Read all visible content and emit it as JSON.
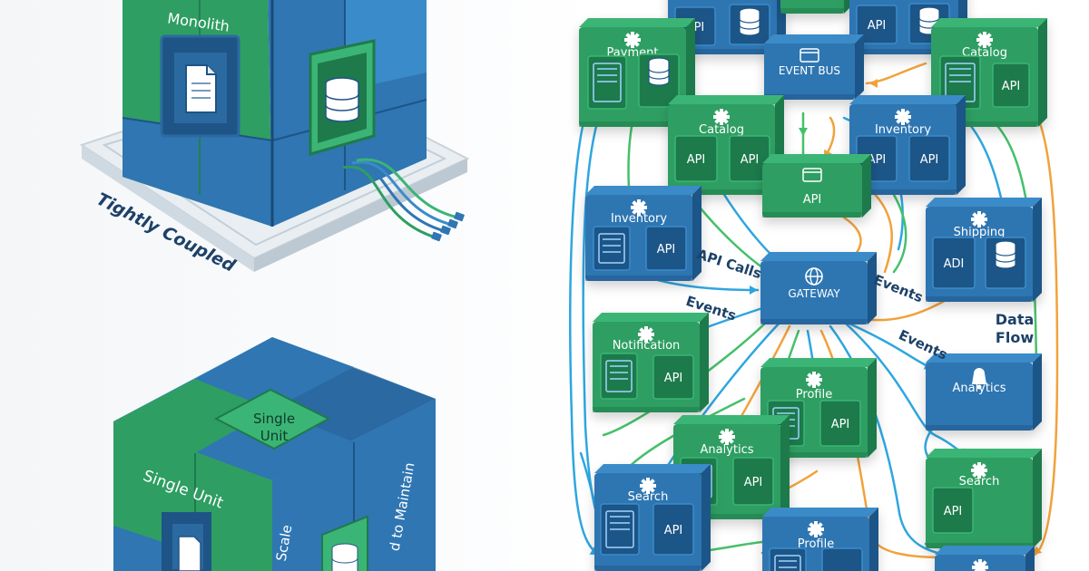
{
  "colors": {
    "green": "#2e9e62",
    "green_light": "#3bb575",
    "green_dark": "#1f7a4b",
    "blue": "#2f76b2",
    "blue_light": "#3a8bc9",
    "blue_dark": "#1f5487",
    "ink": "#1d4168",
    "flow_blue": "#2ea6e0",
    "flow_green": "#45c06a",
    "flow_orange": "#f2a23a"
  },
  "monolith": {
    "top_label": "Monolith",
    "side_text": "Tightly Coupled",
    "unit_face_label": "Single Unit",
    "unit_side_label": "Single Unit",
    "scale_text": "Scale",
    "maintain_text": "d to Maintain",
    "doc_icon": "document-icon",
    "db_icon": "database-icon"
  },
  "microservices": {
    "payment": {
      "title": "Payment",
      "icon": "gear-icon"
    },
    "api_top1": {
      "title": "API"
    },
    "api_top2": {
      "title": "API"
    },
    "event_bus": {
      "title": "EVENT BUS"
    },
    "catalog_right": {
      "title": "Catalog",
      "api": "API",
      "icon": "gear-icon"
    },
    "catalog": {
      "title": "Catalog",
      "api1": "API",
      "api2": "API",
      "icon": "gear-icon"
    },
    "inventory_top": {
      "title": "Inventory",
      "api1": "API",
      "api2": "API",
      "icon": "gear-icon"
    },
    "api_center": {
      "title": "API"
    },
    "inventory_left": {
      "title": "Inventory",
      "api": "API",
      "icon": "gear-icon"
    },
    "shipping": {
      "title": "Shipping",
      "api": "ADI",
      "icon": "gear-icon"
    },
    "gateway": {
      "title": "GATEWAY",
      "icon": "globe-icon"
    },
    "notification": {
      "title": "Notification",
      "api": "API",
      "icon": "gear-icon"
    },
    "profile": {
      "title": "Profile",
      "api": "API",
      "icon": "gear-icon"
    },
    "analytics_right": {
      "title": "Analytics",
      "icon": "bell-icon"
    },
    "analytics": {
      "title": "Analytics",
      "api": "API",
      "icon": "gear-icon"
    },
    "search_left": {
      "title": "Search",
      "api": "API",
      "icon": "gear-icon"
    },
    "search_right": {
      "title": "Search",
      "api": "API",
      "icon": "gear-icon"
    },
    "profile_bottom": {
      "title": "Profile",
      "icon": "gear-icon"
    }
  },
  "annotations": {
    "api_calls": "API Calls",
    "events_left": "Events",
    "events_right": "Events",
    "events_lower": "Events",
    "data_flow_1": "Data",
    "data_flow_2": "Flow"
  }
}
